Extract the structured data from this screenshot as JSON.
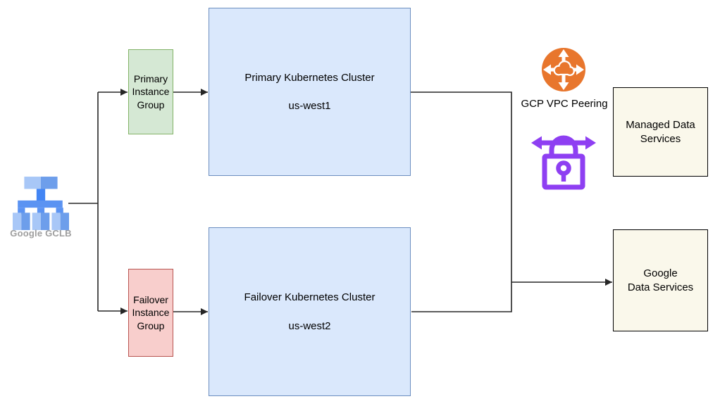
{
  "diagram": {
    "nodes": {
      "gclb": {
        "label": "Google GCLB"
      },
      "primary_instance_group": {
        "line1": "Primary",
        "line2": "Instance",
        "line3": "Group"
      },
      "failover_instance_group": {
        "line1": "Failover",
        "line2": "Instance",
        "line3": "Group"
      },
      "primary_cluster": {
        "title": "Primary Kubernetes Cluster",
        "region": "us-west1"
      },
      "failover_cluster": {
        "title": "Failover Kubernetes Cluster",
        "region": "us-west2"
      },
      "vpc_peering": {
        "label": "GCP VPC Peering"
      },
      "managed_data_services": {
        "line1": "Managed Data",
        "line2": "Services"
      },
      "google_data_services": {
        "line1": "Google",
        "line2": "Data Services"
      }
    },
    "edges": [
      {
        "from": "gclb",
        "to": "primary_instance_group"
      },
      {
        "from": "gclb",
        "to": "failover_instance_group"
      },
      {
        "from": "primary_instance_group",
        "to": "primary_cluster"
      },
      {
        "from": "failover_instance_group",
        "to": "failover_cluster"
      },
      {
        "from": "primary_cluster",
        "to": "google_data_services"
      },
      {
        "from": "failover_cluster",
        "to": "google_data_services"
      }
    ],
    "colors": {
      "cluster_fill": "#DAE8FC",
      "cluster_border": "#6C8EBF",
      "primary_instance_group_fill": "#D5E8D4",
      "primary_instance_group_border": "#82B366",
      "failover_instance_group_fill": "#F8CECC",
      "failover_instance_group_border": "#B85450",
      "data_services_fill": "#FAF8EB",
      "data_services_border": "#000000",
      "vpc_peering_orange": "#E8762D",
      "vpn_lock_purple": "#8E3FF2",
      "gclb_blue_light": "#A8C7F7",
      "gclb_blue_medium": "#6D9EEB",
      "gclb_blue_bright": "#4285F4",
      "gclb_label_gray": "#9E9E9E",
      "connector_line": "#262626"
    }
  }
}
